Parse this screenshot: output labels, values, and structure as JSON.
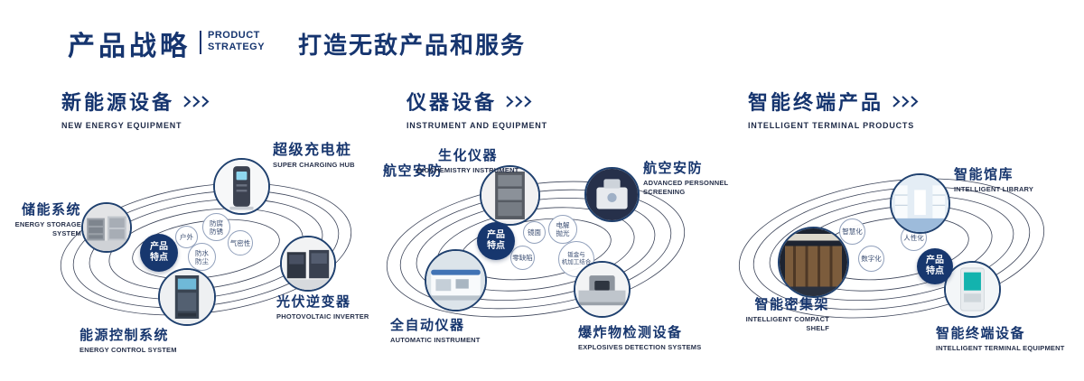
{
  "header": {
    "title_cn": "产品战略",
    "title_en_line1": "PRODUCT",
    "title_en_line2": "STRATEGY",
    "subtitle": "打造无敌产品和服务"
  },
  "colors": {
    "primary_navy": "#16356f",
    "badge_navy": "#17376e"
  },
  "icons": {
    "section_arrow": "triple-chevron-right"
  },
  "sections": [
    {
      "title_cn": "新能源设备",
      "title_en": "NEW ENERGY EQUIPMENT",
      "badge": "产品\n特点",
      "features": [
        "户外",
        "防腐\n防锈",
        "气密性",
        "防水\n防尘"
      ],
      "products": [
        {
          "cn": "储能系统",
          "en": "ENERGY STORAGE\nSYSTEM"
        },
        {
          "cn": "超级充电桩",
          "en": "SUPER CHARGING HUB"
        },
        {
          "cn": "光伏逆变器",
          "en": "PHOTOVOLTAIC INVERTER"
        },
        {
          "cn": "能源控制系统",
          "en": "ENERGY CONTROL SYSTEM"
        }
      ]
    },
    {
      "title_cn": "仪器设备",
      "title_en": "INSTRUMENT AND EQUIPMENT",
      "badge": "产品\n特点",
      "floating_label": "航空安防",
      "features": [
        "镜面",
        "电解\n抛光",
        "零缺陷",
        "钣金与\n机加工结合"
      ],
      "products": [
        {
          "cn": "生化仪器",
          "en": "BIOCHEMISTRY INSTRUMENT"
        },
        {
          "cn": "航空安防",
          "en": "ADVANCED PERSONNEL\nSCREENING"
        },
        {
          "cn": "全自动仪器",
          "en": "AUTOMATIC INSTRUMENT"
        },
        {
          "cn": "爆炸物检测设备",
          "en": "EXPLOSIVES DETECTION SYSTEMS"
        }
      ]
    },
    {
      "title_cn": "智能终端产品",
      "title_en": "INTELLIGENT TERMINAL PRODUCTS",
      "badge": "产品\n特点",
      "features": [
        "智慧化",
        "人性化",
        "数字化"
      ],
      "products": [
        {
          "cn": "智能馆库",
          "en": "INTELLIGENT LIBRARY"
        },
        {
          "cn": "智能密集架",
          "en": "INTELLIGENT COMPACT\nSHELF"
        },
        {
          "cn": "智能终端设备",
          "en": "INTELLIGENT TERMINAL EQUIPMENT"
        }
      ]
    }
  ]
}
